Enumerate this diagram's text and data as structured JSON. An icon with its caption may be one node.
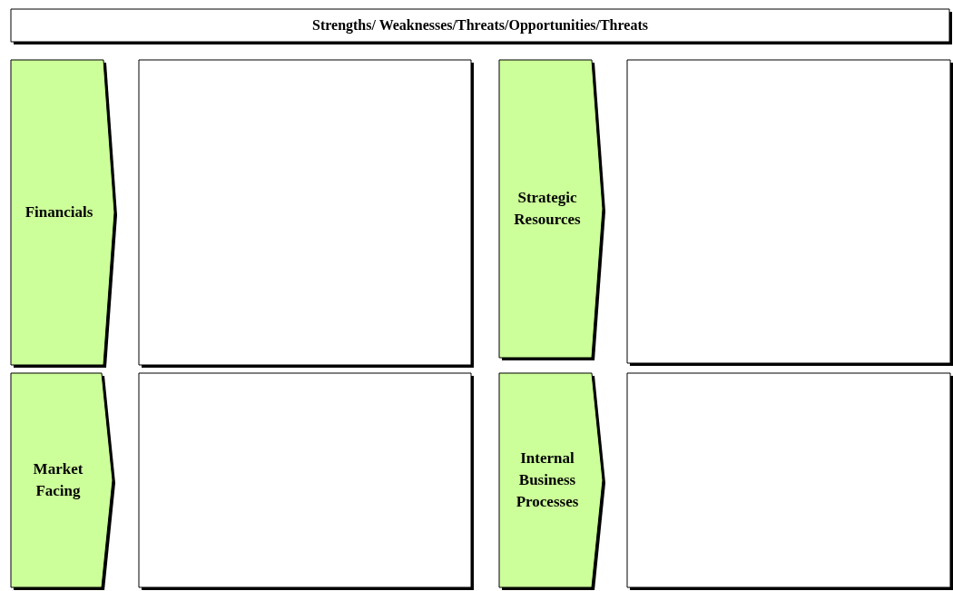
{
  "diagram": {
    "nodes": [
      {
        "text": [
          "Strengths/ Weaknesses/Threats/Opportunities/Threats"
        ]
      },
      {
        "text": [
          "Financials"
        ]
      },
      {
        "text": [],
        "shape": "box"
      },
      {
        "text": [
          "Strategic Resources"
        ]
      },
      {
        "text": [],
        "shape": "box"
      },
      {
        "text": [
          "Market Facing"
        ]
      },
      {
        "text": [],
        "shape": "box"
      },
      {
        "text": [
          "Internal Business Processes"
        ]
      },
      {
        "text": [],
        "shape": "box"
      }
    ]
  }
}
